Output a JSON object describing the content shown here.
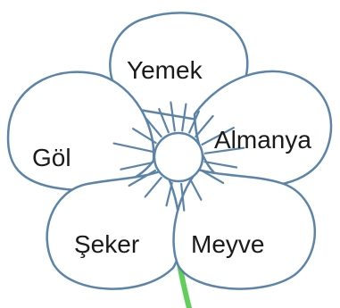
{
  "diagram": {
    "petals": [
      {
        "id": "top",
        "label": "Yemek"
      },
      {
        "id": "right",
        "label": "Almanya"
      },
      {
        "id": "left",
        "label": "Göl"
      },
      {
        "id": "bottom-left",
        "label": "Şeker"
      },
      {
        "id": "bottom-right",
        "label": "Meyve"
      }
    ],
    "colors": {
      "petal_outline": "#5b84a8",
      "petal_fill": "#ffffff",
      "stem": "#5fcf5a",
      "center_outline": "#5b84a8",
      "ray": "#5b84a8",
      "text": "#1a1a1a"
    }
  }
}
